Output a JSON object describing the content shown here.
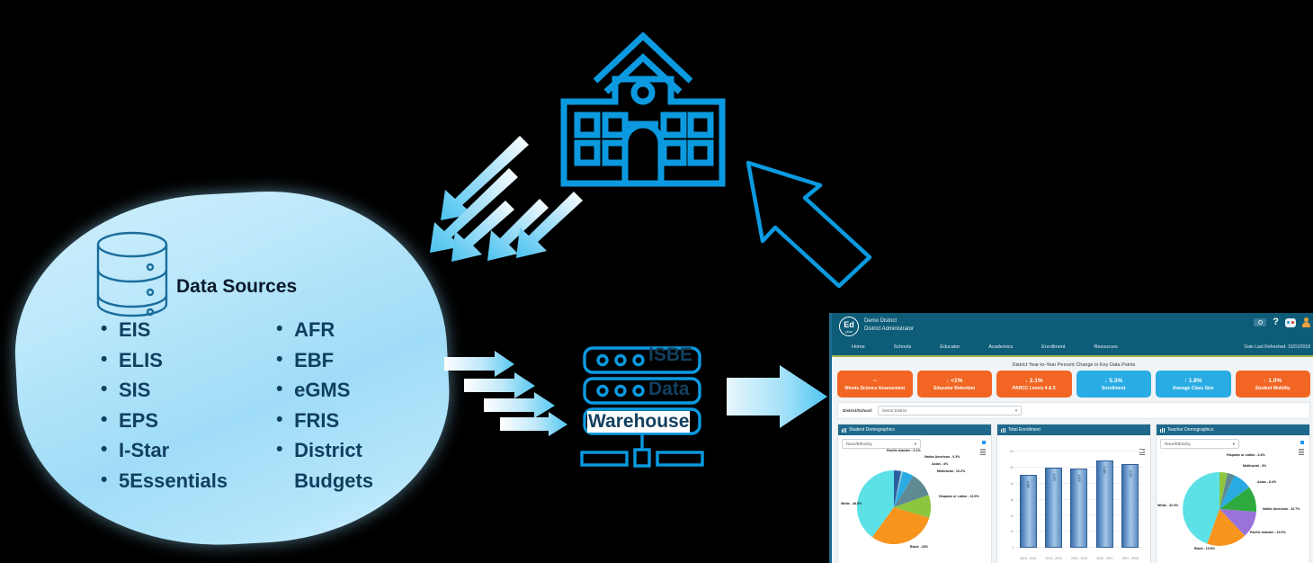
{
  "diagram": {
    "data_sources": {
      "title": "Data Sources",
      "icon": "database-icon",
      "column_left": [
        "EIS",
        "ELIS",
        "SIS",
        "EPS",
        "I-Star",
        "5Essentials"
      ],
      "column_right": [
        "AFR",
        "EBF",
        "eGMS",
        "FRIS",
        "District",
        "Budgets"
      ]
    },
    "school_icon": "school-building-icon",
    "warehouse": {
      "icon": "server-rack-icon",
      "line1": "ISBE",
      "line2": "Data",
      "line3": "Warehouse"
    },
    "colors": {
      "accent_blue": "#0b9ae0",
      "arrow_light": "#7fd4f5",
      "blob_fill": "#9fdcf7",
      "text_dark": "#11405f"
    }
  },
  "dashboard": {
    "header": {
      "logo_main": "Ed",
      "logo_sub": "plus",
      "district": "Demo District",
      "role": "District Administrator",
      "icons": [
        "search-icon",
        "help-icon",
        "chat-icon",
        "user-avatar-icon"
      ]
    },
    "nav": {
      "items": [
        "Home",
        "Schools",
        "Educator",
        "Academics",
        "Enrollment",
        "Resources"
      ],
      "refreshed": "Date Last Refreshed: 15/01/2018"
    },
    "kpi_section_title": "District Year-to-Year Percent Change in Key Data Points",
    "kpis": [
      {
        "value": "--",
        "label": "Illinois Science Assessment",
        "color": "#f26522",
        "arrow": ""
      },
      {
        "value": "<1%",
        "label": "Educator Retention",
        "color": "#f26522",
        "arrow": "↓"
      },
      {
        "value": "2.1%",
        "label": "PARCC Levels 4 & 5",
        "color": "#f26522",
        "arrow": "↓"
      },
      {
        "value": "5.3%",
        "label": "Enrollment",
        "color": "#29ace3",
        "arrow": "↓"
      },
      {
        "value": "1.8%",
        "label": "Average Class Size",
        "color": "#29ace3",
        "arrow": "↑"
      },
      {
        "value": "1.0%",
        "label": "Student Mobility",
        "color": "#f26522",
        "arrow": "↑"
      }
    ],
    "selector": {
      "label": "District/School:",
      "value": "Demo District",
      "arrow": "▾"
    },
    "panels": [
      {
        "title": "Student Demographics",
        "filter": "Race/Ethnicity",
        "filter_arrow": "▾"
      },
      {
        "title": "Total Enrollment"
      },
      {
        "title": "Teacher Demographics",
        "filter": "Race/Ethnicity",
        "filter_arrow": "▾"
      }
    ]
  },
  "chart_data": [
    {
      "type": "pie",
      "title": "Student Demographics",
      "categories": [
        "White",
        "Black",
        "Hispanic or Latino",
        "Multiracial",
        "Asian",
        "Native American",
        "Pacific Islander"
      ],
      "values": [
        48.5,
        23,
        13.9,
        10.2,
        4,
        0.3,
        0.1
      ],
      "labels": [
        "White - 48.5%",
        "Black - 23%",
        "Hispanic or Latino - 13.9%",
        "Multiracial - 10.2%",
        "Asian - 4%",
        "Native American - 0.3%",
        "Pacific Islander - 0.1%"
      ],
      "colors": [
        "#5ce1e6",
        "#f7941e",
        "#8cc63f",
        "#5f8a94",
        "#29abe2",
        "#9ccfd8",
        "#2e5fa3"
      ],
      "legend": "labeled-callouts"
    },
    {
      "type": "bar",
      "title": "Total Enrollment",
      "categories": [
        "2013 - 2014",
        "2014 - 2015",
        "2015 - 2016",
        "2016 - 2017",
        "2017 - 2018"
      ],
      "values": [
        4450,
        4870,
        4800,
        5350,
        5080
      ],
      "value_labels": [
        "4,450",
        "4,870",
        "4,800",
        "5,350",
        "5,080"
      ],
      "xlabel": "",
      "ylabel": "",
      "ylim": [
        0,
        6000
      ],
      "yticks": [
        "0",
        "1k",
        "2k",
        "3k",
        "4k",
        "5k",
        "6k"
      ],
      "grid": true
    },
    {
      "type": "pie",
      "title": "Teacher Demographics",
      "categories": [
        "White",
        "Black",
        "Pacific Islander",
        "Native American",
        "Asian",
        "Multiracial",
        "Hispanic or Latino"
      ],
      "values": [
        42.4,
        19.5,
        13.0,
        10.7,
        8.4,
        3.0,
        3.4
      ],
      "labels": [
        "White - 42.4%",
        "Black - 19.5%",
        "Pacific Islander - 13.0%",
        "Native American - 10.7%",
        "Asian - 8.4%",
        "Multiracial - 3%",
        "Hispanic or Latino - 3.4%"
      ],
      "colors": [
        "#5ce1e6",
        "#f7941e",
        "#9b72d9",
        "#2eaa3f",
        "#29abe2",
        "#5f8a94",
        "#8cc63f"
      ],
      "legend": "labeled-callouts"
    }
  ]
}
